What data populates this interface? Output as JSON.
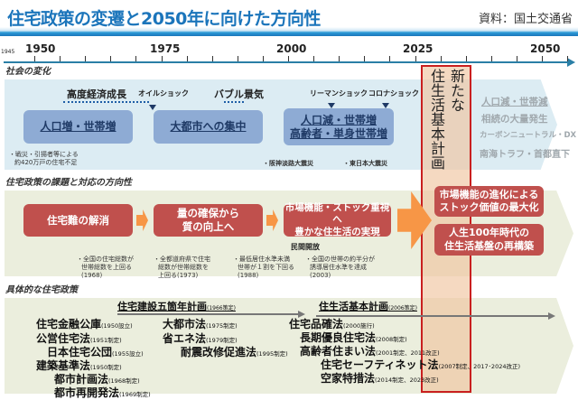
{
  "header": {
    "title": "住宅政策の変遷と2050年に向けた方向性",
    "source": "資料：国土交通省"
  },
  "timeline": {
    "start": "1945",
    "years": [
      "1950",
      "1975",
      "2000",
      "2025",
      "2050"
    ]
  },
  "society": {
    "label": "社会の変化",
    "events": {
      "growth": "高度経済成長",
      "oil": "オイルショック",
      "bubble": "バブル景気",
      "lehman": "リーマンショック",
      "corona": "コロナショック"
    },
    "boxes": [
      "人口増・世帯増",
      "大都市への集中",
      "人口減・世帯増",
      "高齢者・単身世帯増"
    ],
    "notes": {
      "war1": "・戦災・引揚者等による",
      "war2": "約420万戸の住宅不足",
      "hanshin": "・阪神淡路大震災",
      "tohoku": "・東日本大震災"
    },
    "future": [
      "人口減・世帯減",
      "相続の大量発生",
      "カーボンニュートラル・DX",
      "南海トラフ・首都直下"
    ]
  },
  "new_plan": {
    "line1": "新たな",
    "line2": "住生活基本計画"
  },
  "issues": {
    "label": "住宅政策の課題と対応の方向性",
    "boxes": {
      "b1": "住宅難の解消",
      "b2a": "量の確保から",
      "b2b": "質の向上へ",
      "b3a": "市場機能・ストック重視へ",
      "b3b": "豊かな住生活の実現"
    },
    "future": {
      "f1a": "市場機能の進化による",
      "f1b": "ストック価値の最大化",
      "f2a": "人生100年時代の",
      "f2b": "住生活基盤の再構築"
    },
    "private": "民間開放",
    "notes": [
      [
        "・全国の住宅総数が",
        "世帯総数を上回る",
        "(1968)"
      ],
      [
        "・全都道府県で住宅",
        "総数が世帯総数を",
        "上回る(1973)"
      ],
      [
        "・最低居住水準未満",
        "世帯が１割を下回る",
        "(1988)"
      ],
      [
        "・全国の世帯の約半分が",
        "誘導居住水準を達成",
        "(2003)"
      ]
    ]
  },
  "policies": {
    "label": "具体的な住宅政策",
    "plans": [
      {
        "name": "住宅建設五箇年計画",
        "note": "(1966策定)"
      },
      {
        "name": "住生活基本計画",
        "note": "(2006策定)"
      }
    ],
    "laws": [
      {
        "name": "住宅金融公庫",
        "note": "(1950設立)"
      },
      {
        "name": "公営住宅法",
        "note": "(1951制定)"
      },
      {
        "name": "日本住宅公団",
        "note": "(1955設立)"
      },
      {
        "name": "建築基準法",
        "note": "(1950制定)"
      },
      {
        "name": "都市計画法",
        "note": "(1968制定)"
      },
      {
        "name": "都市再開発法",
        "note": "(1969制定)"
      },
      {
        "name": "大都市法",
        "note": "(1975制定)"
      },
      {
        "name": "省エネ法",
        "note": "(1979制定)"
      },
      {
        "name": "耐震改修促進法",
        "note": "(1995制定)"
      },
      {
        "name": "住宅品確法",
        "note": "(2000施行)"
      },
      {
        "name": "長期優良住宅法",
        "note": "(2008制定)"
      },
      {
        "name": "高齢者住まい法",
        "note": "(2001制定、2011改正)"
      },
      {
        "name": "住宅セーフティネット法",
        "note": "(2007制定、2017･2024改正)"
      },
      {
        "name": "空家特措法",
        "note": "(2014制定、2023改正)"
      }
    ]
  },
  "colors": {
    "title": "#1b75bb",
    "blue_box": "#8eabd4",
    "red_box": "#c0504d",
    "arrow": "#f79646",
    "plan_border": "#c91f1f"
  }
}
